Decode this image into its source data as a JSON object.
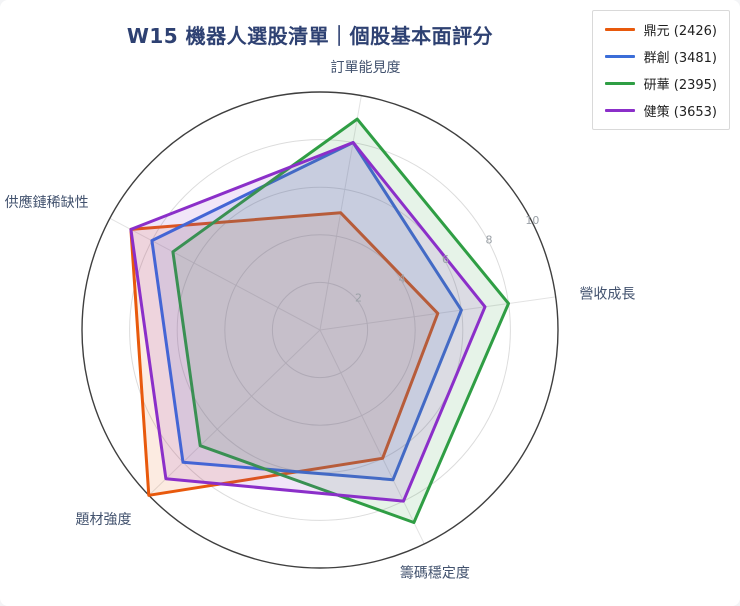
{
  "colors": {
    "title": "#2e4172",
    "grid_line": "#dcdcdc",
    "spoke_line": "#e3e3e3",
    "outer_ring": "#3f3f3f",
    "tick_text": "#9aa0a6",
    "axis_label_text": "#42526e",
    "legend_border": "#d9d9d9"
  },
  "chart_data": {
    "type": "radar",
    "title": "W15 機器人選股清單｜個股基本面評分",
    "categories": [
      "訂單能見度",
      "營收成長",
      "籌碼穩定度",
      "題材強度",
      "供應鏈稀缺性"
    ],
    "series": [
      {
        "name": "鼎元 (2426)",
        "color": "#e8590c",
        "values": [
          5,
          5,
          6,
          10,
          9
        ]
      },
      {
        "name": "群創 (3481)",
        "color": "#3b6dd8",
        "values": [
          8,
          6,
          7,
          8,
          8
        ]
      },
      {
        "name": "研華 (2395)",
        "color": "#2f9e44",
        "values": [
          9,
          8,
          9,
          7,
          7
        ]
      },
      {
        "name": "健策 (3653)",
        "color": "#8b2fc9",
        "values": [
          8,
          7,
          8,
          9,
          9
        ]
      }
    ],
    "range": [
      0,
      10
    ],
    "radial_ticks": [
      2,
      4,
      6,
      8,
      10
    ],
    "fill_opacity": 0.12,
    "grid": true,
    "legend_position": "top-right"
  }
}
